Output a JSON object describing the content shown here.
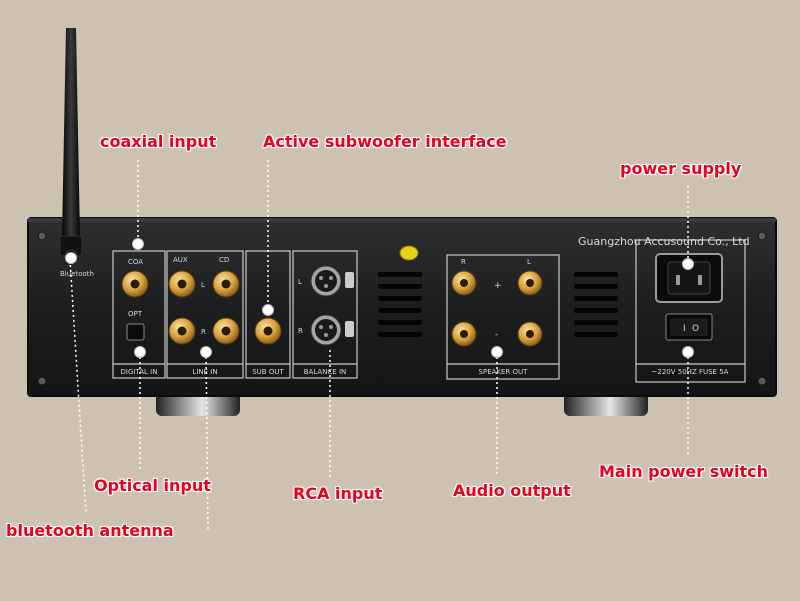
{
  "device": {
    "brand": "Guangzhou Accusound Co., Ltd",
    "labels": {
      "bluetooth": "Bluetooth",
      "coa": "COA",
      "opt": "OPT",
      "aux": "AUX",
      "cd": "CD",
      "l": "L",
      "r": "R",
      "digital_in": "DIGITAL IN",
      "line_in": "LINE IN",
      "sub_out": "SUB OUT",
      "balance_in": "BALANCE IN",
      "speaker_out": "SPEAKER OUT",
      "plus": "+",
      "minus": "-",
      "fuse": "~220V 50HZ FUSE 5A",
      "switch_on": "I",
      "switch_off": "O"
    }
  },
  "callouts": {
    "coaxial_input": "coaxial input",
    "active_subwoofer": "Active subwoofer interface",
    "power_supply": "power supply",
    "main_power_switch": "Main power switch",
    "optical_input": "Optical input",
    "rca_input": "RCA input",
    "audio_output": "Audio output",
    "bluetooth_antenna": "bluetooth antenna"
  },
  "colors": {
    "background": "#cdc1b1",
    "chassis": "#1f2022",
    "panel_line": "#c9c9c9",
    "callout_red": "#e8001c",
    "gold": "#d9a23e"
  }
}
